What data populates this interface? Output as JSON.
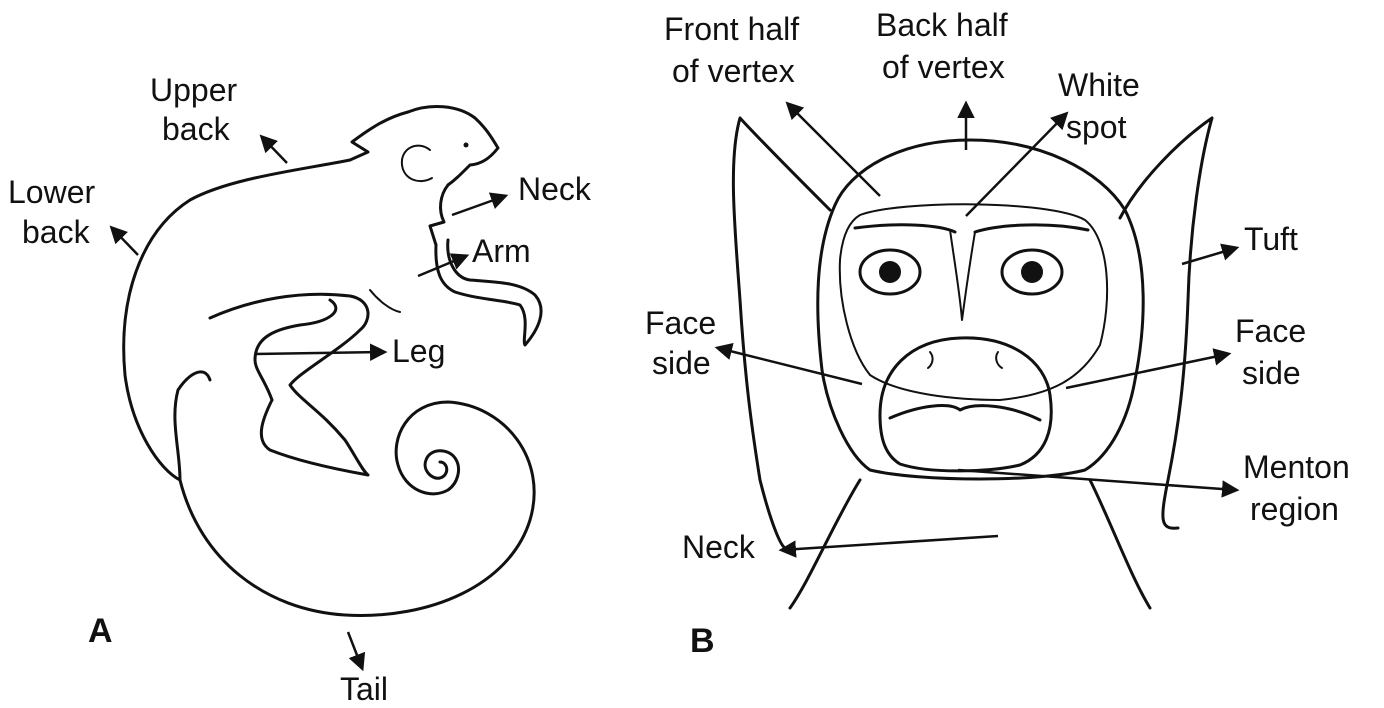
{
  "panel_a": {
    "letter": "A",
    "labels": {
      "upper_back_1": "Upper",
      "upper_back_2": "back",
      "lower_back_1": "Lower",
      "lower_back_2": "back",
      "neck": "Neck",
      "arm": "Arm",
      "leg": "Leg",
      "tail": "Tail"
    }
  },
  "panel_b": {
    "letter": "B",
    "labels": {
      "front_vertex_1": "Front half",
      "front_vertex_2": "of vertex",
      "back_vertex_1": "Back half",
      "back_vertex_2": "of vertex",
      "white_spot_1": "White",
      "white_spot_2": "spot",
      "tuft": "Tuft",
      "face_side_left_1": "Face",
      "face_side_left_2": "side",
      "face_side_right_1": "Face",
      "face_side_right_2": "side",
      "menton_1": "Menton",
      "menton_2": "region",
      "neck": "Neck"
    }
  }
}
